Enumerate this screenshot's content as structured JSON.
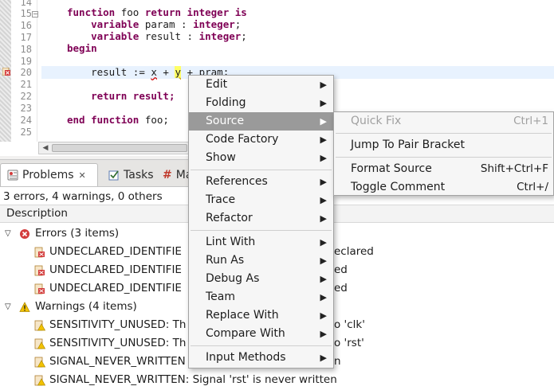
{
  "editor": {
    "line_numbers": [
      "14",
      "15",
      "16",
      "17",
      "18",
      "19",
      "20",
      "21",
      "22",
      "23",
      "24",
      "25"
    ],
    "code": {
      "l15": {
        "k1": "function",
        "name": " foo ",
        "k2": "return",
        "sp": " ",
        "t1": "integer",
        "sp2": " ",
        "k3": "is"
      },
      "l16": {
        "indent": "    ",
        "k1": "variable",
        "rest": " param : ",
        "t1": "integer",
        "end": ";"
      },
      "l17": {
        "indent": "    ",
        "k1": "variable",
        "rest": " result : ",
        "t1": "integer",
        "end": ";"
      },
      "l18": {
        "k1": "begin"
      },
      "l20": {
        "indent": "    ",
        "pre": "result := ",
        "x": "x",
        "mid": " + ",
        "y": "y",
        "post": " + pram;"
      },
      "l22": {
        "indent": "    ",
        "k1": "return",
        "rest": " result;"
      },
      "l24": {
        "k1": "end",
        "sp": " ",
        "k2": "function",
        "rest": " foo;"
      }
    }
  },
  "view": {
    "tabs": {
      "problems": "Problems",
      "tasks": "Tasks",
      "markers": "Ma"
    },
    "summary": "3 errors, 4 warnings, 0 others",
    "column_header": "Description",
    "errors_group": "Errors (3 items)",
    "warnings_group": "Warnings (4 items)",
    "error_rows": [
      {
        "left": "UNDECLARED_IDENTIFIE",
        "right": "eclared"
      },
      {
        "left": "UNDECLARED_IDENTIFIE",
        "right": "ed"
      },
      {
        "left": "UNDECLARED_IDENTIFIE",
        "right": "ed"
      }
    ],
    "warning_rows": [
      {
        "left": "SENSITIVITY_UNUSED: Th",
        "right": "o 'clk'"
      },
      {
        "left": "SENSITIVITY_UNUSED: Th",
        "right": "o 'rst'"
      },
      {
        "left": "SIGNAL_NEVER_WRITTEN",
        "right": "n"
      },
      {
        "left": "SIGNAL_NEVER_WRITTEN: Signal 'rst' is never written",
        "right": ""
      }
    ]
  },
  "context_menu": {
    "items": [
      "Edit",
      "Folding",
      "Source",
      "Code Factory",
      "Show",
      "References",
      "Trace",
      "Refactor",
      "Lint With",
      "Run As",
      "Debug As",
      "Team",
      "Replace With",
      "Compare With",
      "Input Methods"
    ],
    "selected": "Source"
  },
  "submenu": {
    "items": [
      {
        "label": "Quick Fix",
        "shortcut": "Ctrl+1",
        "disabled": true
      },
      {
        "label": "Jump To Pair Bracket",
        "shortcut": ""
      },
      {
        "label": "Format Source",
        "shortcut": "Shift+Ctrl+F"
      },
      {
        "label": "Toggle Comment",
        "shortcut": "Ctrl+/"
      }
    ]
  },
  "colors": {
    "keyword": "#7f0055",
    "error_red": "#d33c3c",
    "warning_yellow": "#e8b400",
    "menu_selected": "#9a9a9a"
  }
}
